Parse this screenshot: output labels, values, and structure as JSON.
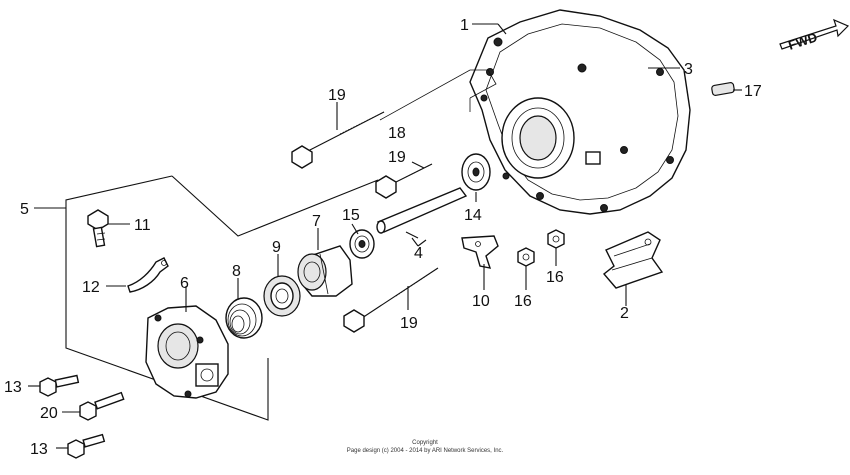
{
  "direction_label": "FWD",
  "callouts": {
    "p1": "1",
    "p2": "2",
    "p3": "3",
    "p4": "4",
    "p5": "5",
    "p6": "6",
    "p7": "7",
    "p8": "8",
    "p9": "9",
    "p10": "10",
    "p11": "11",
    "p12": "12",
    "p13a": "13",
    "p13b": "13",
    "p14": "14",
    "p15": "15",
    "p16a": "16",
    "p16b": "16",
    "p17": "17",
    "p18": "18",
    "p19a": "19",
    "p19b": "19",
    "p19c": "19",
    "p20": "20"
  },
  "copyright": {
    "line1": "Copyright",
    "line2": "Page design (c) 2004 - 2014 by ARI Network Services, Inc."
  }
}
